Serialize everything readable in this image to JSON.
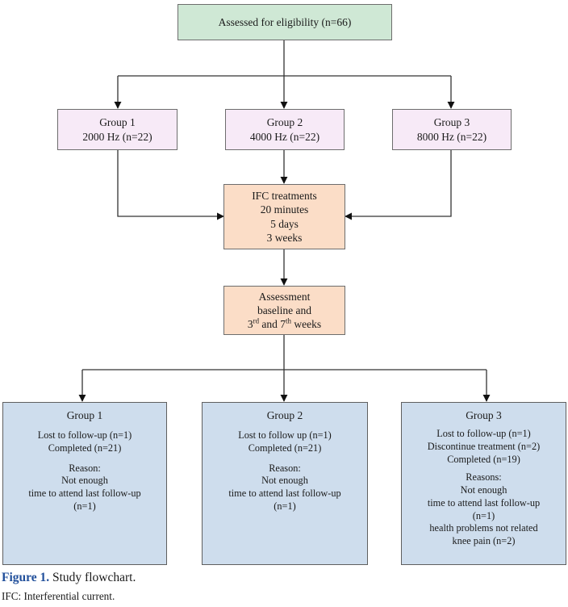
{
  "figure": {
    "label": "Figure 1.",
    "title": "Study flowchart.",
    "footnote": "IFC: Interferential current."
  },
  "colors": {
    "eligibility_box": "#cfe8d5",
    "group_box": "#f7eaf7",
    "treatment_box": "#fbddc7",
    "outcome_box": "#cedded",
    "border": "#6d6d6d",
    "figure_label": "#214f9b",
    "connector": "#333333"
  },
  "nodes": {
    "eligibility": {
      "lines": [
        "Assessed for eligibility (n=66)"
      ]
    },
    "arm1": {
      "title": "Group 1",
      "detail": "2000 Hz (n=22)"
    },
    "arm2": {
      "title": "Group 2",
      "detail": "4000 Hz (n=22)"
    },
    "arm3": {
      "title": "Group 3",
      "detail": "8000 Hz (n=22)"
    },
    "treatment": {
      "line1": "IFC treatments",
      "line2": "20 minutes",
      "line3": "5 days",
      "line4": "3 weeks"
    },
    "assessment": {
      "line1": "Assessment",
      "line2": "baseline and",
      "line3_pre": "3",
      "line3_sup1": "rd",
      "line3_mid": " and 7",
      "line3_sup2": "th",
      "line3_post": " weeks"
    },
    "outcome1": {
      "title": "Group 1",
      "lines_a": [
        "Lost to follow-up (n=1)",
        "Completed (n=21)"
      ],
      "lines_b": [
        "Reason:",
        "Not enough",
        "time to attend last follow-up",
        "(n=1)"
      ]
    },
    "outcome2": {
      "title": "Group 2",
      "lines_a": [
        "Lost to follow up (n=1)",
        "Completed (n=21)"
      ],
      "lines_b": [
        "Reason:",
        "Not enough",
        "time to attend last follow-up",
        "(n=1)"
      ]
    },
    "outcome3": {
      "title": "Group 3",
      "lines_a": [
        "Lost to follow-up (n=1)",
        "Discontinue treatment (n=2)",
        "Completed (n=19)"
      ],
      "lines_b": [
        "Reasons:",
        "Not enough",
        "time to attend last follow-up",
        "(n=1)",
        "health problems not related",
        "knee pain (n=2)"
      ]
    }
  }
}
